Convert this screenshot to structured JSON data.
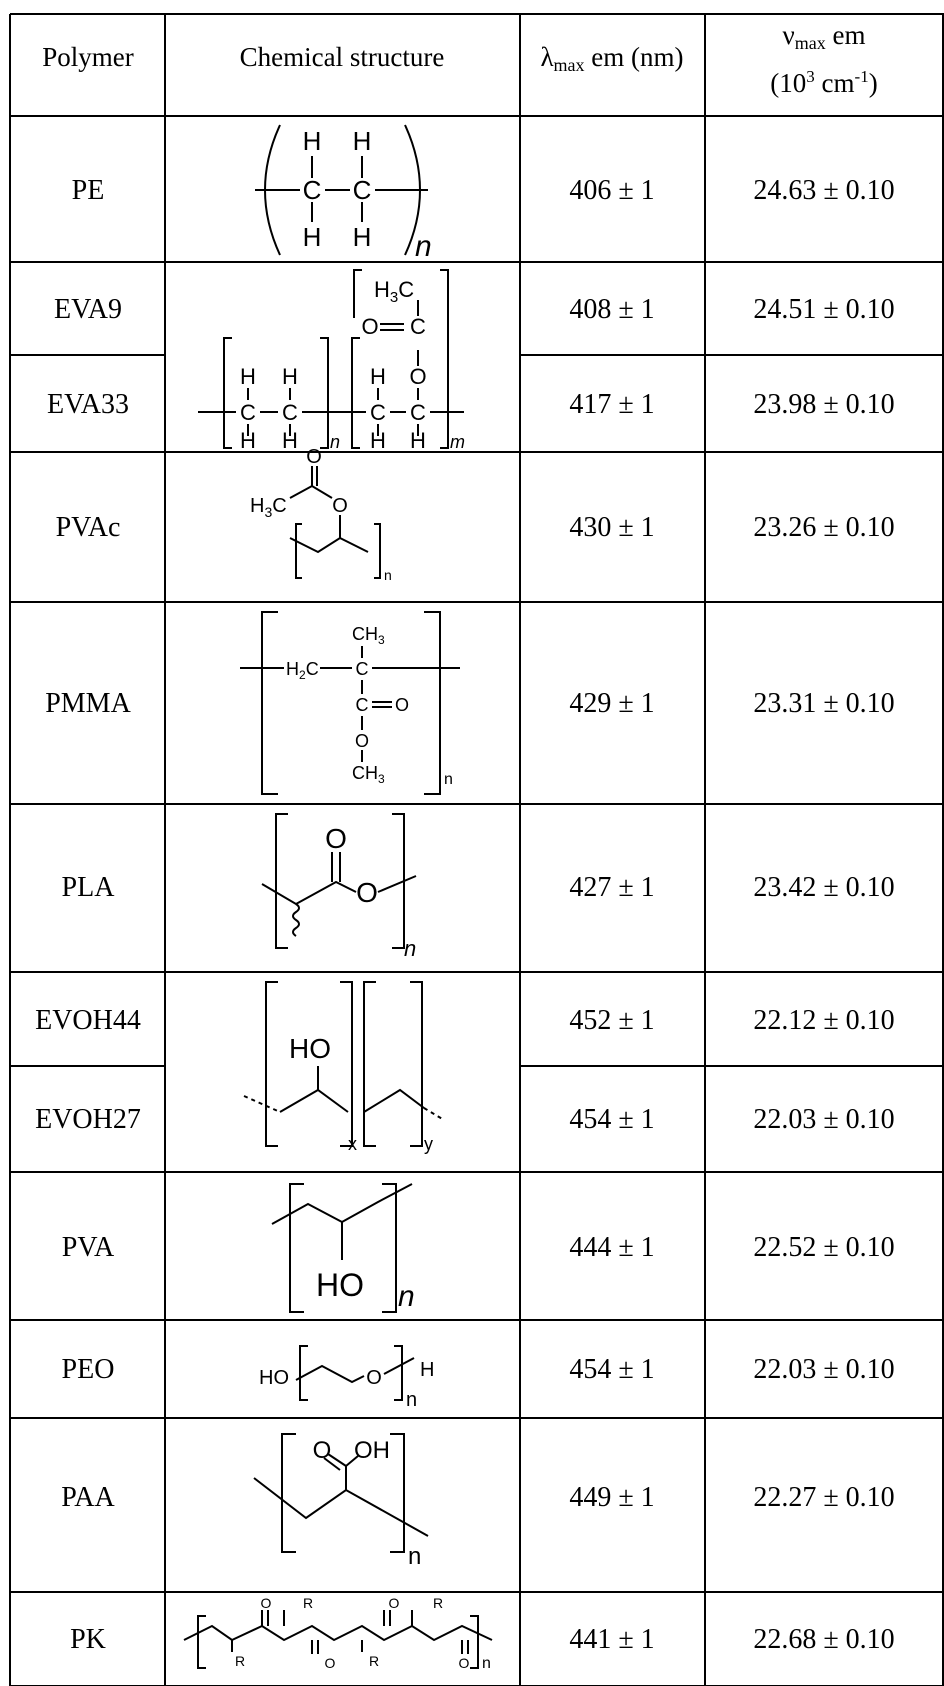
{
  "header": {
    "polymer": "Polymer",
    "structure": "Chemical structure",
    "lambda_sym": "λ",
    "lambda_sub": "max",
    "lambda_rest": " em (nm)",
    "nu_sym": "ν",
    "nu_sub": "max",
    "nu_rest": " em",
    "nu_unit_a": "(10",
    "nu_unit_exp": "3",
    "nu_unit_b": " cm",
    "nu_unit_exp2": "-1",
    "nu_unit_c": ")"
  },
  "rows": [
    {
      "polymer": "PE",
      "lambda": "406 ± 1",
      "nu": "24.63 ± 0.10"
    },
    {
      "polymer": "EVA9",
      "lambda": "408 ± 1",
      "nu": "24.51 ± 0.10"
    },
    {
      "polymer": "EVA33",
      "lambda": "417 ± 1",
      "nu": "23.98 ± 0.10"
    },
    {
      "polymer": "PVAc",
      "lambda": "430 ± 1",
      "nu": "23.26 ± 0.10"
    },
    {
      "polymer": "PMMA",
      "lambda": "429 ± 1",
      "nu": "23.31 ± 0.10"
    },
    {
      "polymer": "PLA",
      "lambda": "427 ± 1",
      "nu": "23.42 ± 0.10"
    },
    {
      "polymer": "EVOH44",
      "lambda": "452 ± 1",
      "nu": "22.12 ± 0.10"
    },
    {
      "polymer": "EVOH27",
      "lambda": "454 ± 1",
      "nu": "22.03 ± 0.10"
    },
    {
      "polymer": "PVA",
      "lambda": "444 ± 1",
      "nu": "22.52 ± 0.10"
    },
    {
      "polymer": "PEO",
      "lambda": "454 ± 1",
      "nu": "22.03 ± 0.10"
    },
    {
      "polymer": "PAA",
      "lambda": "449 ± 1",
      "nu": "22.27 ± 0.10"
    },
    {
      "polymer": "PK",
      "lambda": "441 ± 1",
      "nu": "22.68 ± 0.10"
    }
  ],
  "structures": {
    "H": "H",
    "C": "C",
    "O": "O",
    "R": "R",
    "HO": "HO",
    "OH": "OH",
    "H3C_main": "H",
    "H3C_sub": "3",
    "H3C_tail": "C",
    "CH3_main": "CH",
    "CH3_sub": "3",
    "H2C_main": "H",
    "H2C_sub": "2",
    "H2C_tail": "C",
    "n": "n",
    "m": "m",
    "x": "x",
    "y": "y"
  }
}
